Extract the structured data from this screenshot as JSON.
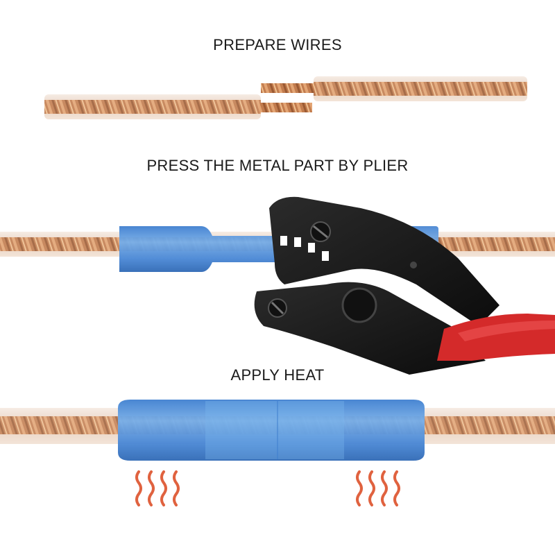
{
  "steps": [
    {
      "label": "PREPARE WIRES"
    },
    {
      "label": "PRESS THE METAL PART BY PLIER"
    },
    {
      "label": "APPLY HEAT"
    }
  ],
  "colors": {
    "copper": "#c8865a",
    "copper_dark": "#8a4f2c",
    "insulation": "#f3e6dc",
    "connector_blue": "#4f8fd6",
    "plier_body": "#1c1c1c",
    "plier_grip": "#d42a2a",
    "heat_waves": "#e0623f"
  },
  "icons": {
    "heat": "heat-waves-icon",
    "tool": "crimping-plier-icon"
  }
}
